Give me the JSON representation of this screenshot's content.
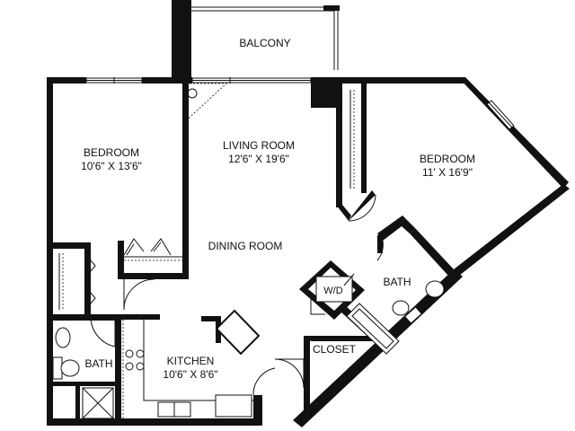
{
  "rooms": {
    "balcony": {
      "name": "BALCONY"
    },
    "bedroom_left": {
      "name": "BEDROOM",
      "dims": "10'6\" X 13'6\""
    },
    "living_room": {
      "name": "LIVING ROOM",
      "dims": "12'6\" X 19'6\""
    },
    "bedroom_right": {
      "name": "BEDROOM",
      "dims": "11' X 16'9\""
    },
    "dining_room": {
      "name": "DINING ROOM"
    },
    "washer_dryer": {
      "name": "W/D"
    },
    "bath_right": {
      "name": "BATH"
    },
    "closet": {
      "name": "CLOSET"
    },
    "bath_left": {
      "name": "BATH"
    },
    "kitchen": {
      "name": "KITCHEN",
      "dims": "10'6\" X 8'6\""
    }
  },
  "colors": {
    "wall": "#111111",
    "background": "#ffffff"
  }
}
